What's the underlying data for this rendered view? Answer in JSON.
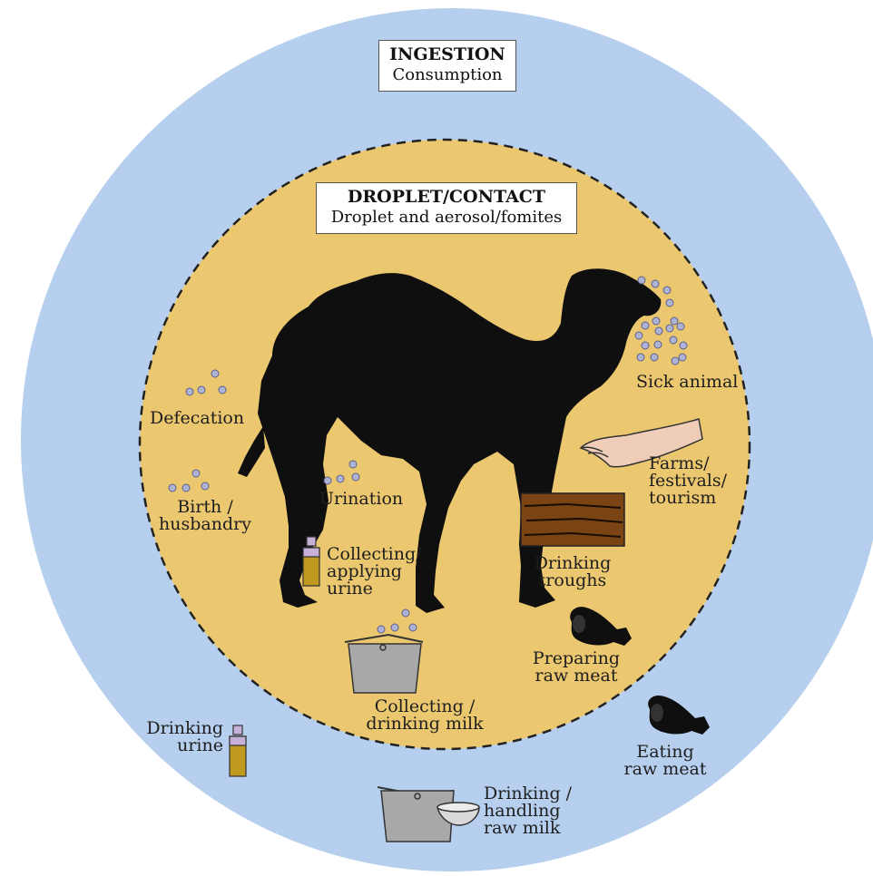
{
  "colors": {
    "outer_circle": "#b6cfee",
    "inner_circle": "#ebc76f",
    "silhouette": "#0f0f0f",
    "droplet": "#aeb2d6",
    "bucket": "#a8a8a8",
    "trough": "#7a4414",
    "hand": "#efcdb8",
    "urine": "#bf9a1e"
  },
  "outer_box": {
    "title": "INGESTION",
    "subtitle": "Consumption"
  },
  "inner_box": {
    "title": "DROPLET/CONTACT",
    "subtitle": "Droplet and aerosol/fomites"
  },
  "labels": {
    "sick_animal": [
      "Sick animal"
    ],
    "defecation": [
      "Defecation"
    ],
    "birth": [
      "Birth /",
      "husbandry"
    ],
    "urination": [
      "Urination"
    ],
    "farms": [
      "Farms/",
      "festivals/",
      "tourism"
    ],
    "troughs": [
      "Drinking",
      "troughs"
    ],
    "collecting_urine": [
      "Collecting/",
      "applying",
      "urine"
    ],
    "preparing_meat": [
      "Preparing",
      "raw meat"
    ],
    "collecting_milk": [
      "Collecting /",
      "drinking milk"
    ],
    "drinking_urine": [
      "Drinking",
      "urine"
    ],
    "eating_meat": [
      "Eating",
      "raw meat"
    ],
    "raw_milk": [
      "Drinking /",
      "handling",
      "raw milk"
    ]
  },
  "icons": {
    "central_figure": "camel-silhouette",
    "droplets": "droplet-dots",
    "hand": "hand-icon",
    "trough": "trough-icon",
    "bottle": "bottle-icon",
    "bucket": "bucket-icon",
    "bowl": "bowl-icon",
    "meat": "meat-leg-icon"
  }
}
